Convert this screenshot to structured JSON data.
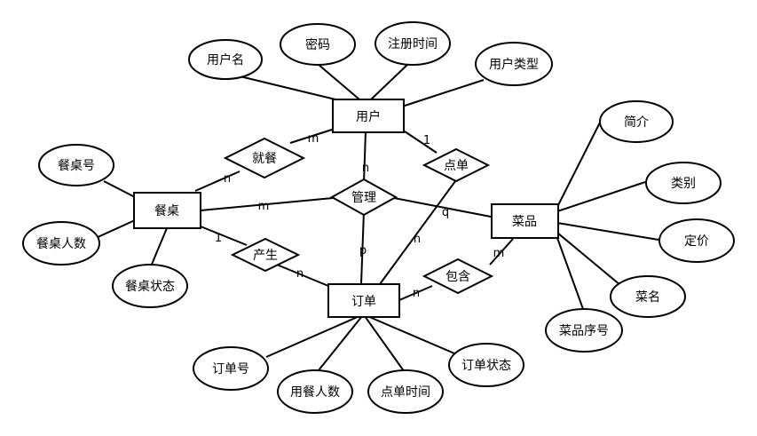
{
  "entities": {
    "user": "用户",
    "table": "餐桌",
    "dish": "菜品",
    "order": "订单"
  },
  "relationships": {
    "dine": "就餐",
    "manage": "管理",
    "order_dish": "点单",
    "produce": "产生",
    "contain": "包含"
  },
  "attributes": {
    "username": "用户名",
    "password": "密码",
    "register_time": "注册时间",
    "user_type": "用户类型",
    "table_no": "餐桌号",
    "table_people": "餐桌人数",
    "table_status": "餐桌状态",
    "intro": "简介",
    "category": "类别",
    "price": "定价",
    "dish_name": "菜名",
    "dish_no": "菜品序号",
    "order_no": "订单号",
    "diners": "用餐人数",
    "order_time": "点单时间",
    "order_status": "订单状态"
  },
  "cardinalities": {
    "user_dine": "m",
    "table_dine": "n",
    "user_manage": "n",
    "table_manage": "m",
    "dish_manage": "q",
    "order_manage": "p",
    "user_point": "1",
    "order_point": "n",
    "table_produce": "1",
    "order_produce": "n",
    "order_contain": "n",
    "dish_contain": "m"
  }
}
